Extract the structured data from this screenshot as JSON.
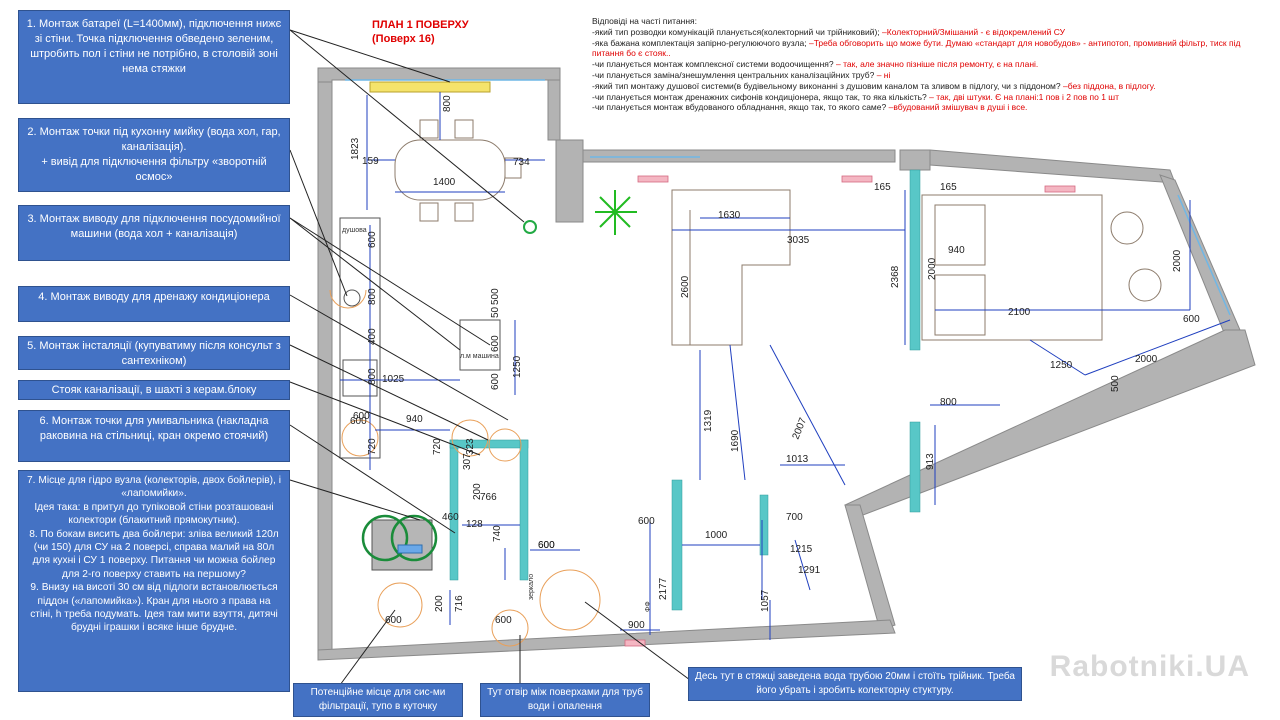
{
  "plan": {
    "title_line1": "ПЛАН 1 ПОВЕРХУ",
    "title_line2": "(Поверх 16)"
  },
  "notes": [
    {
      "text": "1. Монтаж батареї (L=1400мм), підключення  нижє зі стіни. Точка підключення обведено зеленим, штробить пол і стіни не потрібно, в столовій зоні нема стяжки"
    },
    {
      "text": "2. Монтаж точки під кухонну мийку (вода хол, гар, каналізація).\n+ вивід для підключення фільтру «зворотній осмос»"
    },
    {
      "text": "3. Монтаж виводу  для підключення посудомийної машини (вода хол + каналізація)"
    },
    {
      "text": "4. Монтаж виводу  для дренажу кондиціонера"
    },
    {
      "text": "5. Монтаж інсталяції (купуватиму після консульт з сантехніком)"
    },
    {
      "text": "Стояк каналізації, в шахті з керам.блоку"
    },
    {
      "text": "6. Монтаж точки для умивальника (накладна раковина на стільниці, кран окремо стоячий)"
    },
    {
      "text": "7. Місце для гідро вузла (колекторів, двох бойлерів), і «лапомийки».\nІдея така: в притул до тупіковой стіни розташовані колектори (блакитний прямокутник).\n8. По бокам висить два бойлери: зліва великий 120л (чи 150) для СУ на 2 поверсі, справа малий на 80л для кухні і СУ 1 поверху. Питання чи можна бойлер для 2-го поверху ставить на першому?\n9. Внизу на висоті 30 см від підлоги встановлюється піддон («лапомийка»). Кран для нього з права на стіні, h треба подумать. Ідея там мити взуття, дитячі брудні іграшки і всяке інше брудне."
    },
    {
      "text": "Потенційне місце для сис-ми фільтрації, тупо в куточку"
    },
    {
      "text": "Тут отвір між поверхами для труб води і опалення"
    },
    {
      "text": "Десь тут в стяжці заведена вода трубою 20мм і стоїть трійник. Треба його убрать і зробить колекторну стуктуру."
    }
  ],
  "answers": {
    "heading": "Відповіді  на  часті питання:",
    "rows": [
      {
        "q": "-який тип розводки комунікацій планується(колекторний  чи трійниковий);",
        "a": "–Колекторний/Змішаний  - є відокремлений  СУ"
      },
      {
        "q": "-яка бажана комплектація запірно-регулюючого  вузла;",
        "a": "–Треба обговорить що може бути. Думаю «стандарт для новобудов» - антипотоп, промивний фільтр, тиск під питання бо є стояк.."
      },
      {
        "q": "-чи планується  монтаж комплексної системи водоочищення?",
        "a": "– так, але значно пізніше після ремонту, є на плані."
      },
      {
        "q": "-чи планується заміна/знешумлення центральних каналізаційних труб?",
        "a": "– ні"
      },
      {
        "q": "-який тип монтажу душової системи(в будівельному виконанні з душовим  каналом та зливом в підлогу,  чи з піддоном?",
        "a": "–без піддона,  в підлогу."
      },
      {
        "q": "-чи планується  монтаж дренажних сифонів кондиціонера,  якщо так, то яка кількість?",
        "a": "– так, дві штуки. Є на плані:1 пов і 2 пов по 1 шт"
      },
      {
        "q": "-чи планується  монтаж вбудованого обладнання,  якщо так, то якого саме?",
        "a": "–вбудований  змішувач в душі і все."
      }
    ]
  },
  "dimensions": [
    "1823",
    "159",
    "800",
    "1400",
    "734",
    "1630",
    "3035",
    "165",
    "165",
    "940",
    "2368",
    "2600",
    "2000",
    "2100",
    "2000",
    "600",
    "1250",
    "2000",
    "500",
    "1025",
    "940",
    "323",
    "307",
    "766",
    "1319",
    "1690",
    "2007",
    "800",
    "913",
    "1013",
    "700",
    "1215",
    "1291",
    "1000",
    "600",
    "2177",
    "1057",
    "900",
    "600",
    "460",
    "128",
    "740",
    "600",
    "716",
    "200",
    "600",
    "600",
    "200",
    "600",
    "720",
    "720",
    "600",
    "600",
    "800",
    "400",
    "800",
    "600",
    "500",
    "50",
    "600",
    "1250"
  ],
  "room_labels": [
    "душова",
    "л.м машина",
    "зеркало",
    "ФФ"
  ],
  "watermark": "Rabotniki.UA"
}
